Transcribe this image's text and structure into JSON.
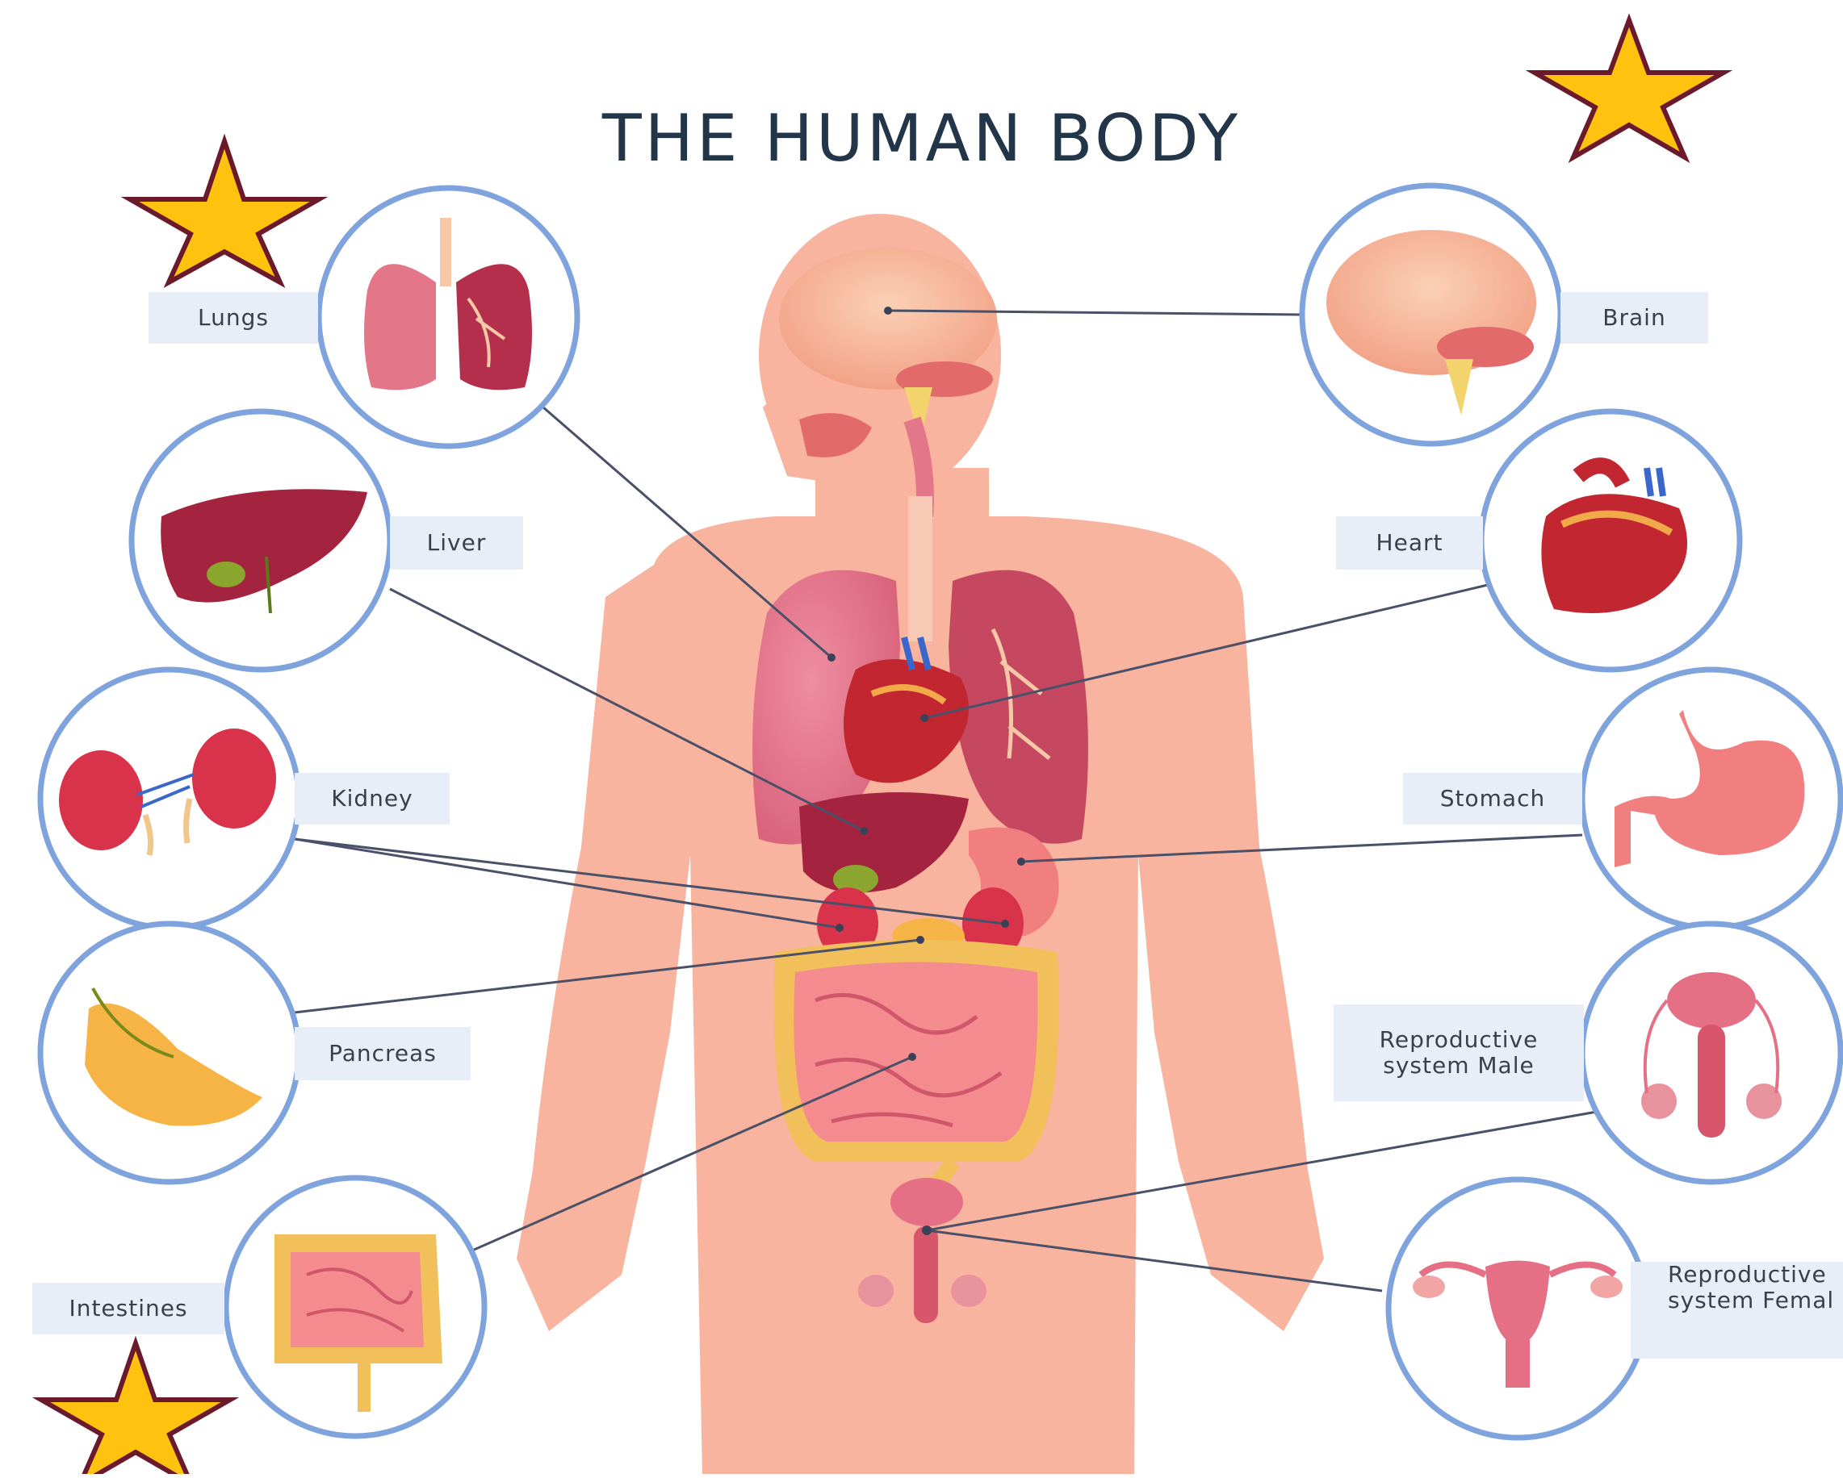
{
  "title": "THE HUMAN BODY",
  "labels": {
    "lungs": "Lungs",
    "liver": "Liver",
    "kidney": "Kidney",
    "pancreas": "Pancreas",
    "intestines": "Intestines",
    "brain": "Brain",
    "heart": "Heart",
    "stomach": "Stomach",
    "repro_male_1": "Reproductive",
    "repro_male_2": "system Male",
    "repro_female_1": "Reproductive",
    "repro_female_2": "system Femal"
  },
  "colors": {
    "title": "#233548",
    "label_bg": "#e8eef8",
    "circle_border": "#7fa3dc",
    "body": "#f9b4a0",
    "connector": "#4a5068",
    "star_fill": "#ffc20e",
    "star_stroke": "#6b1a2c"
  }
}
